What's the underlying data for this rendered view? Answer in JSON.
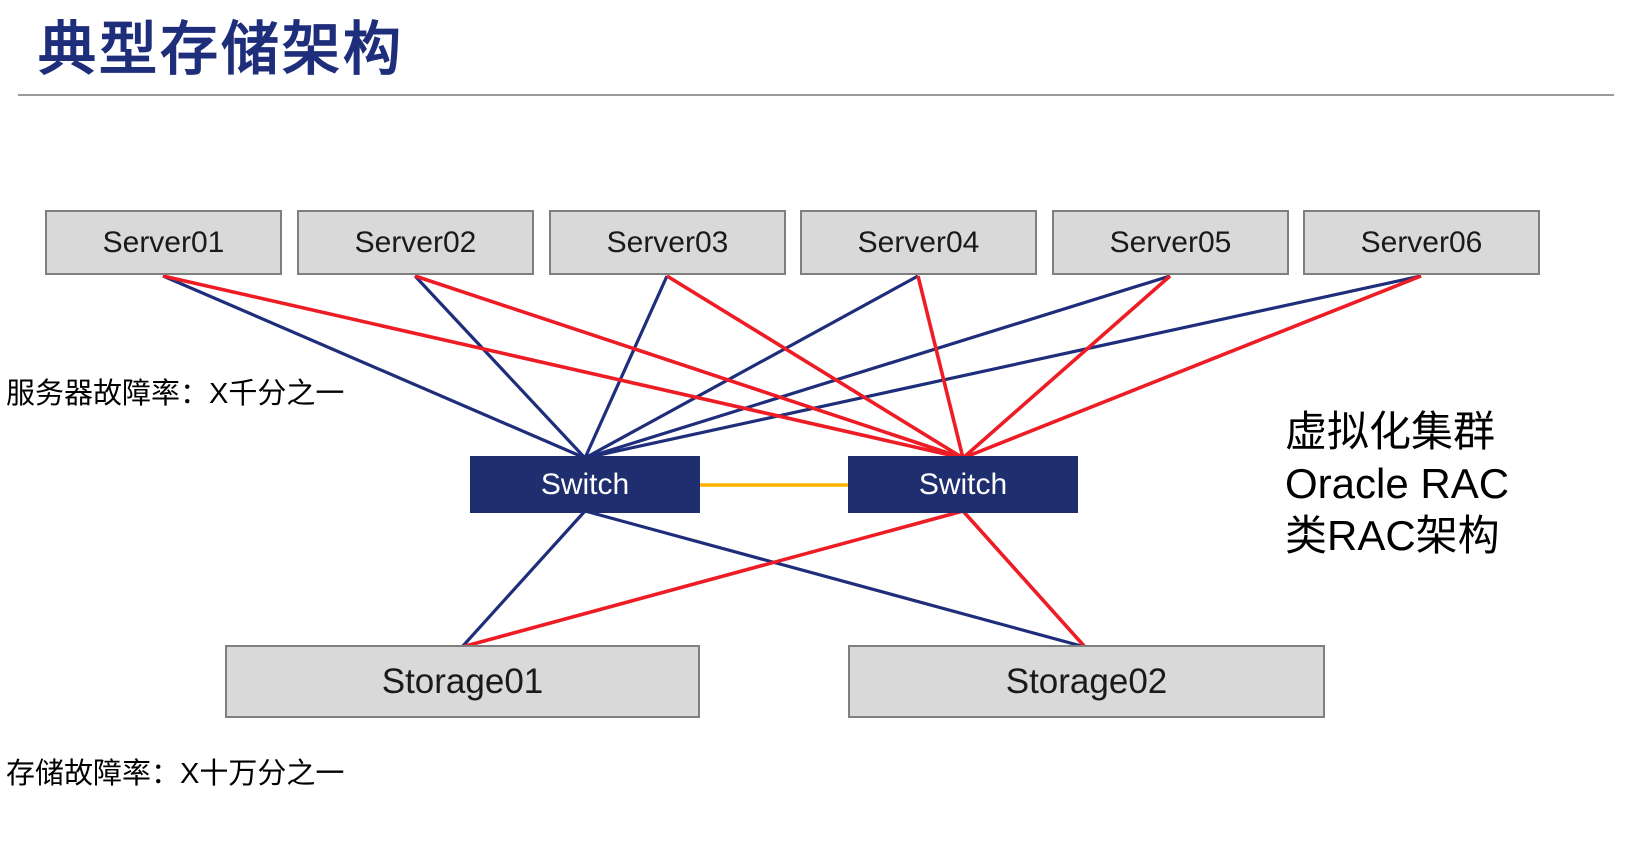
{
  "title": "典型存储架构",
  "nodes": {
    "servers": [
      "Server01",
      "Server02",
      "Server03",
      "Server04",
      "Server05",
      "Server06"
    ],
    "switches": [
      "Switch",
      "Switch"
    ],
    "storages": [
      "Storage01",
      "Storage02"
    ]
  },
  "annotations": {
    "server_failure": "服务器故障率：X千分之一",
    "storage_failure": "存储故障率：X十万分之一",
    "right_note_lines": [
      "虚拟化集群",
      "Oracle RAC",
      "类RAC架构"
    ]
  },
  "colors": {
    "title-color": "#1f2e7b",
    "switch-fill": "#1f2e6e",
    "box-fill": "#d9d9d9",
    "box-border": "#7f7f7f",
    "line-blue": "#1f2e7b",
    "line-red": "#ee1c25",
    "line-orange": "#ffb300"
  }
}
